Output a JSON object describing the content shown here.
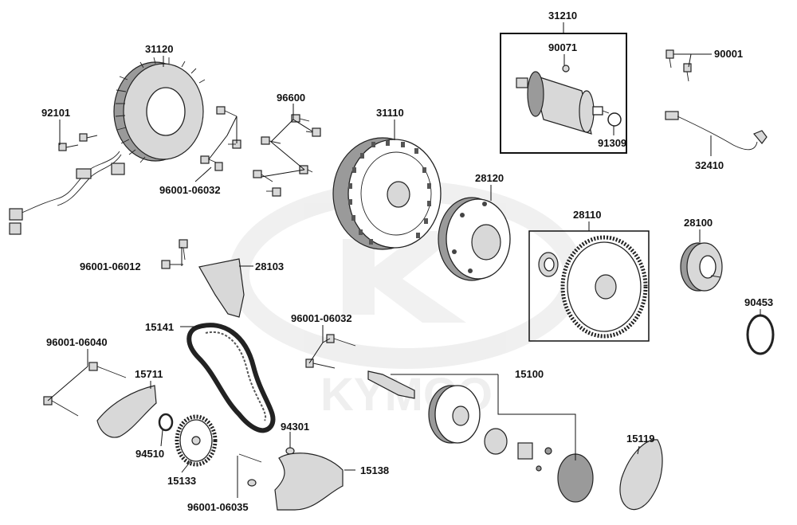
{
  "watermark": {
    "brand": "KYMCO",
    "color": "#e3e3e3"
  },
  "colors": {
    "line": "#111111",
    "part_fill": "#d8d8d8",
    "part_dark": "#9a9a9a"
  },
  "labels": {
    "p31120": "31120",
    "p92101": "92101",
    "p96600": "96600",
    "p96001_06032_a": "96001-06032",
    "p31110": "31110",
    "p31210": "31210",
    "p90071": "90071",
    "p91309": "91309",
    "p90001": "90001",
    "p32410": "32410",
    "p28120": "28120",
    "p28110": "28110",
    "p28100": "28100",
    "p90453": "90453",
    "p96001_06012": "96001-06012",
    "p28103": "28103",
    "p15141": "15141",
    "p96001_06032_b": "96001-06032",
    "p96001_06040": "96001-06040",
    "p15711": "15711",
    "p15100": "15100",
    "p94510": "94510",
    "p15133": "15133",
    "p94301": "94301",
    "p15138": "15138",
    "p15119": "15119",
    "p96001_06035": "96001-06035"
  }
}
